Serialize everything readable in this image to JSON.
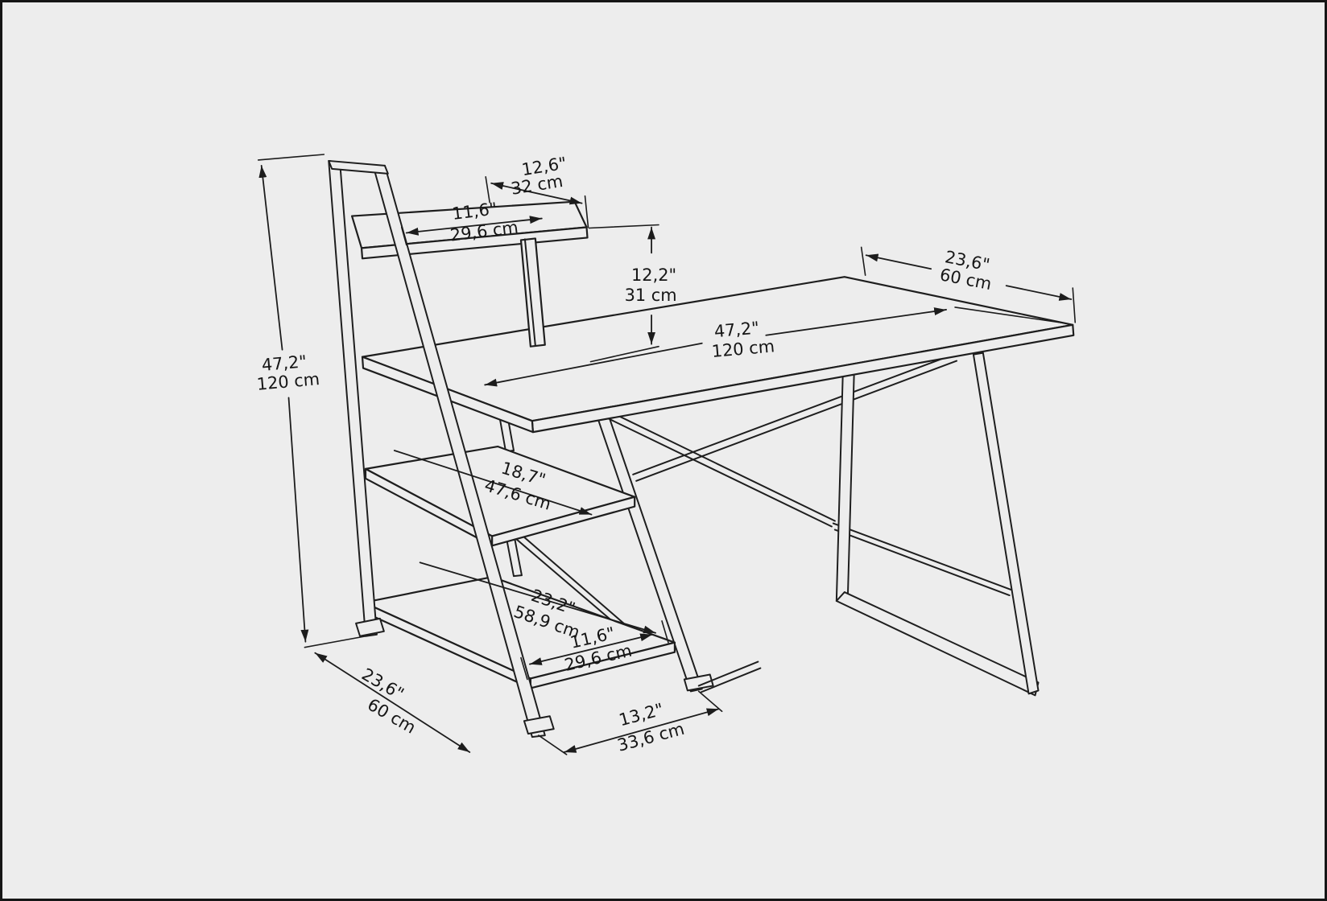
{
  "page": {
    "background": "#ededed",
    "line_color": "#1e1e1e",
    "border_color": "#161616",
    "drawing": "desk-with-ladder-shelf-technical-drawing"
  },
  "dimensions": {
    "top_shelf_width": {
      "in": "12,6\"",
      "cm": "32 cm"
    },
    "top_shelf_depth": {
      "in": "11,6\"",
      "cm": "29,6 cm"
    },
    "riser_height": {
      "in": "12,2\"",
      "cm": "31 cm"
    },
    "desktop_depth": {
      "in": "23,6\"",
      "cm": "60 cm"
    },
    "desktop_width": {
      "in": "47,2\"",
      "cm": "120 cm"
    },
    "overall_height": {
      "in": "47,2\"",
      "cm": "120 cm"
    },
    "middle_shelf_depth": {
      "in": "18,7\"",
      "cm": "47,6 cm"
    },
    "lower_shelf_depth": {
      "in": "23,2\"",
      "cm": "58,9 cm"
    },
    "lower_shelf_width": {
      "in": "11,6\"",
      "cm": "29,6 cm"
    },
    "base_depth": {
      "in": "23,6\"",
      "cm": "60 cm"
    },
    "foot_spacing": {
      "in": "13,2\"",
      "cm": "33,6 cm"
    }
  }
}
